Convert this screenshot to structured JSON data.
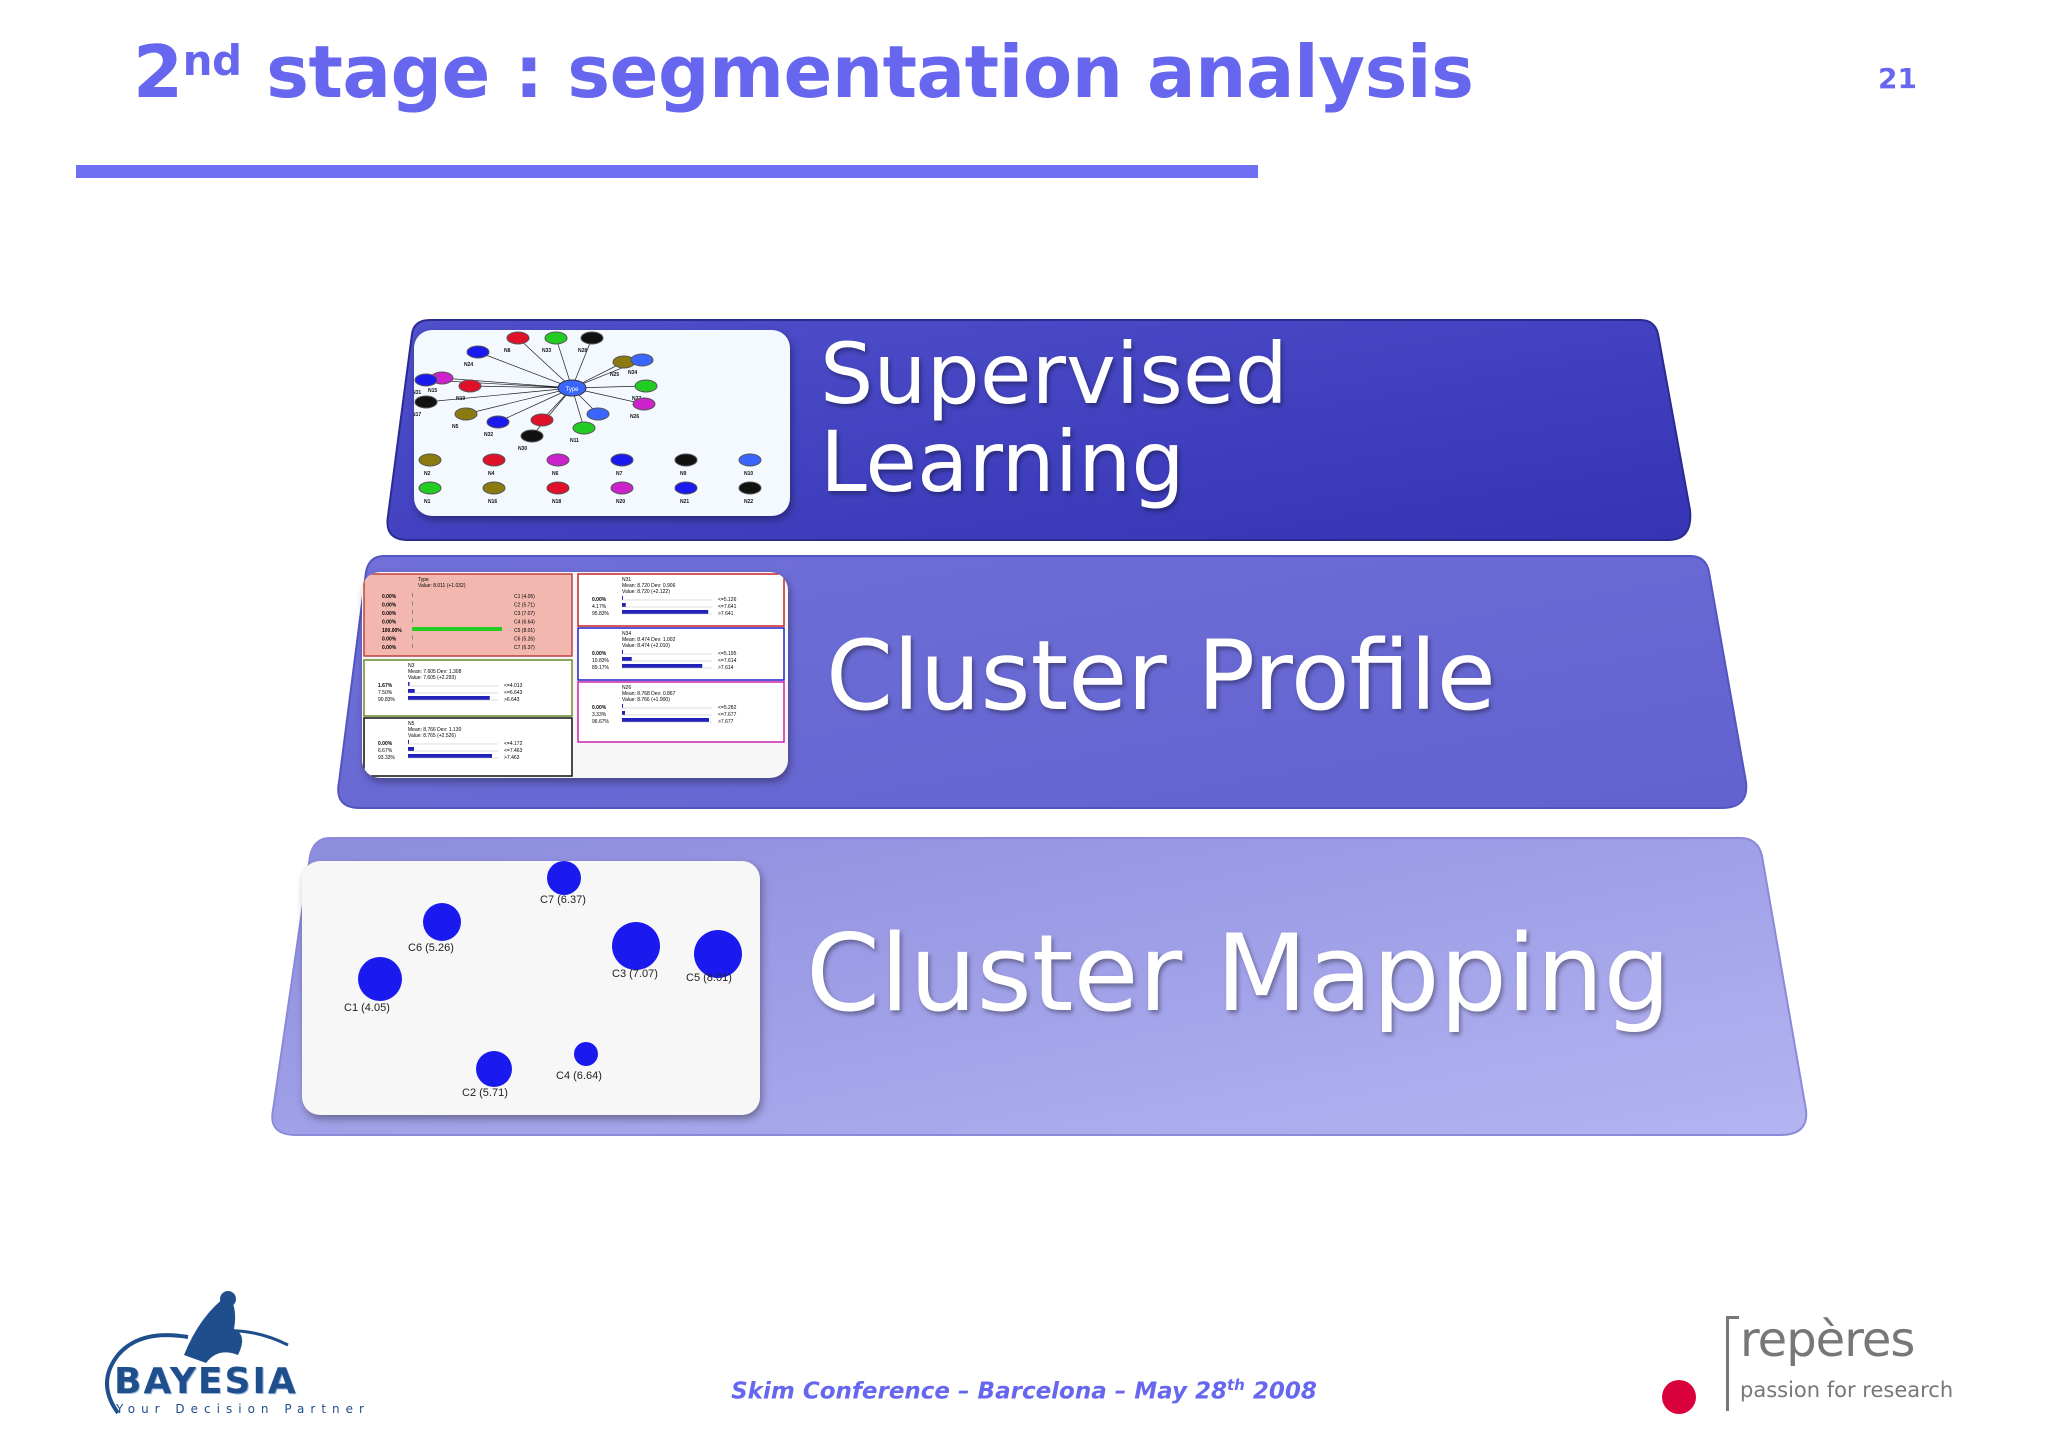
{
  "slide": {
    "title_main": "2",
    "title_sup": "nd",
    "title_rest": " stage : segmentation analysis",
    "number": "21"
  },
  "banners": [
    {
      "label": "Supervised Learning",
      "color": "#3f3fbf"
    },
    {
      "label": "Cluster Profile",
      "color": "#6464d6"
    },
    {
      "label": "Cluster Mapping",
      "color": "#9c9ce6"
    }
  ],
  "network": {
    "center_label": "Type",
    "nodes": [
      "N24",
      "N8",
      "N33",
      "N28",
      "N15",
      "N25",
      "N34",
      "N31",
      "N19",
      "N27",
      "N17",
      "N26",
      "N5",
      "N3",
      "N32",
      "N23",
      "N11",
      "N30",
      "N2",
      "N4",
      "N6",
      "N7",
      "N9",
      "N10",
      "N1",
      "N16",
      "N18",
      "N20",
      "N21",
      "N22"
    ]
  },
  "profile": {
    "type_box": {
      "title": "Type",
      "value": "Value: 8.011 (+1.032)",
      "rows": [
        {
          "pct": "0.00%",
          "label": "C1 (4.05)"
        },
        {
          "pct": "0.00%",
          "label": "C2 (5.71)"
        },
        {
          "pct": "0.00%",
          "label": "C3 (7.07)"
        },
        {
          "pct": "0.00%",
          "label": "C4 (6.64)"
        },
        {
          "pct": "100.00%",
          "label": "C5 (8.01)"
        },
        {
          "pct": "0.00%",
          "label": "C6 (5.26)"
        },
        {
          "pct": "0.00%",
          "label": "C7 (6.37)"
        }
      ]
    },
    "boxes": [
      {
        "name": "N31",
        "stats": "Mean: 8.720 Dev: 0.906",
        "value": "Value: 8.720 (+2.122)",
        "rows": [
          [
            "0.00%",
            "<=5.126"
          ],
          [
            "4.17%",
            "<=7.641"
          ],
          [
            "95.83%",
            ">7.641"
          ]
        ]
      },
      {
        "name": "N34",
        "stats": "Mean: 8.474 Dev: 1.002",
        "value": "Value: 8.474 (+2.010)",
        "rows": [
          [
            "0.00%",
            "<=5.195"
          ],
          [
            "10.83%",
            "<=7.614"
          ],
          [
            "89.17%",
            ">7.614"
          ]
        ]
      },
      {
        "name": "N26",
        "stats": "Mean: 8.768 Dev: 0.867",
        "value": "Value: 8.766 (+1.900)",
        "rows": [
          [
            "0.00%",
            "<=5.282"
          ],
          [
            "3.33%",
            "<=7.677"
          ],
          [
            "96.67%",
            ">7.677"
          ]
        ]
      },
      {
        "name": "N3",
        "stats": "Mean: 7.605 Dev: 1.308",
        "value": "Value: 7.605 (+2.293)",
        "rows": [
          [
            "1.67%",
            "<=4.013"
          ],
          [
            "7.50%",
            "<=6.643"
          ],
          [
            "90.83%",
            ">6.643"
          ]
        ]
      },
      {
        "name": "N5",
        "stats": "Mean: 8.766 Dev: 1.130",
        "value": "Value: 8.765 (+2.526)",
        "rows": [
          [
            "0.00%",
            "<=4.172"
          ],
          [
            "6.67%",
            "<=7.463"
          ],
          [
            "93.33%",
            ">7.463"
          ]
        ]
      }
    ]
  },
  "mapping": {
    "clusters": [
      "C7 (6.37)",
      "C6 (5.26)",
      "C3 (7.07)",
      "C5 (8.01)",
      "C1 (4.05)",
      "C2 (5.71)",
      "C4 (6.64)"
    ],
    "dot_color": "#1a1aee"
  },
  "footer": {
    "text_a": "Skim Conference – Barcelona – May 28",
    "sup": "th",
    "text_b": "  2008"
  },
  "logos": {
    "left_word": "BAYESIA",
    "left_tag": "Your Decision Partner",
    "right_word": "repères",
    "right_tag": "passion for research"
  }
}
